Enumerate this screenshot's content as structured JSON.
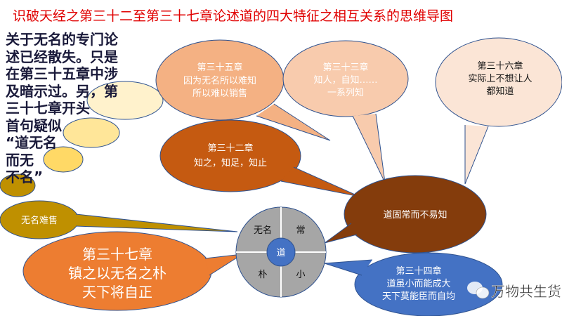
{
  "title": "识破天经之第三十二至第三十七章论述道的四大特征之相互关系的思维导图",
  "side_note": [
    "关于无名的专门论",
    "述已经散失。只是",
    "在第三十五章中涉",
    "及暗示过。另，第",
    "三十七章开头",
    "首句疑似",
    "“道无名",
    "而无",
    "不名”"
  ],
  "nodes": {
    "ch35": [
      "第三十五章",
      "因为无名所以难知",
      "所以难以销售"
    ],
    "ch33": [
      "第三十三章",
      "知人，自知……",
      "一系列知"
    ],
    "ch36": [
      "第三十六章",
      "实际上不想让人",
      "都知道"
    ],
    "ch32": [
      "第三十二章",
      "知之，知足，知止"
    ],
    "center_brown": "道固常而不易知",
    "nameless": "无名难售",
    "ch37": [
      "第三十七章",
      "镇之以无名之朴",
      "天下将自正"
    ],
    "ch34": [
      "第三十四章",
      "道虽小而能成大",
      "天下莫能臣而自均"
    ]
  },
  "circle": {
    "center": "道",
    "q1": "无名",
    "q2": "常",
    "q3": "朴",
    "q4": "小"
  },
  "watermark": "万物共生货",
  "colors": {
    "title": "#e00000",
    "ch35": "#f4b183",
    "ch33": "#f8cbad",
    "ch36": "#fbe5d6",
    "ch32": "#c55a11",
    "brown": "#843c0c",
    "gold": "#bf9000",
    "orange": "#ed7d31",
    "blue": "#4472c4",
    "gray": "#a6a6a6"
  }
}
